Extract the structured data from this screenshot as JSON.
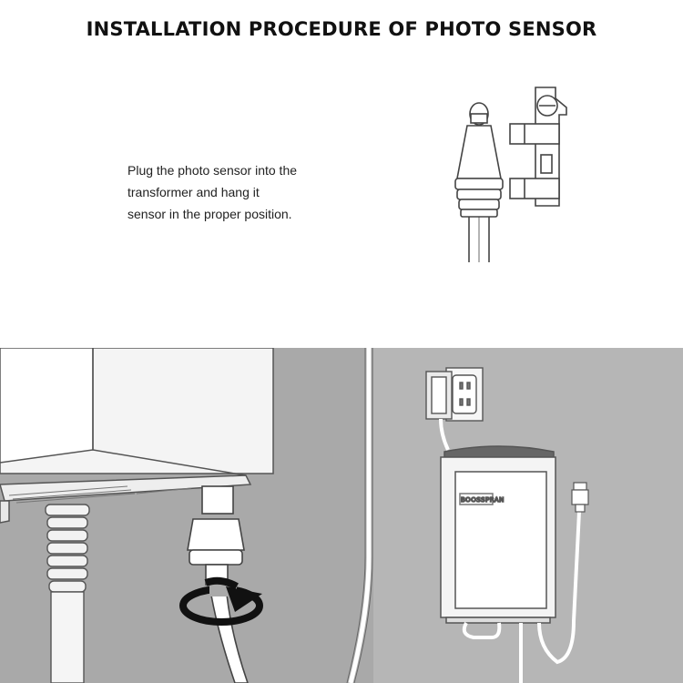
{
  "title": "INSTALLATION PROCEDURE OF PHOTO SENSOR",
  "instruction": {
    "line1": "Plug the photo sensor into the",
    "line2": "transformer and hang it",
    "line3": "sensor in the proper position."
  },
  "transformer_label": "BOOSSPRAN",
  "colors": {
    "background": "#ffffff",
    "floor_gray": "#a9a9a9",
    "wall_gray": "#b6b6b6",
    "line": "#555555",
    "arrow": "#111111"
  },
  "icons": [
    "photo-sensor-icon",
    "mounting-bracket-icon",
    "transformer-icon",
    "wall-outlet-icon",
    "rotate-arrow-icon"
  ]
}
